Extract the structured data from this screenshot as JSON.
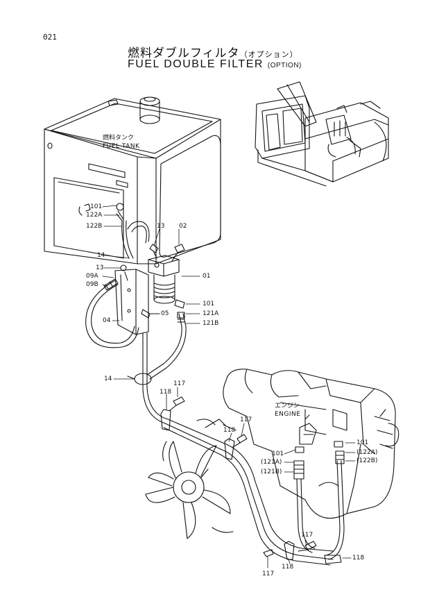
{
  "page_number": "021",
  "title": {
    "japanese": "燃料ダブルフィルタ",
    "japanese_option": "（オプション）",
    "english": "FUEL DOUBLE FILTER",
    "english_option": "(OPTION)"
  },
  "components": {
    "fuel_tank_jp": "燃料タンク",
    "fuel_tank_en": "FUEL TANK",
    "engine_jp": "エンジン",
    "engine_en": "ENGINE"
  },
  "callouts": {
    "c101_tank": "101",
    "c122A_tank": "122A",
    "c122B_tank": "122B",
    "c13_top": "13",
    "c02": "02",
    "c14_top": "14",
    "c13_left": "13",
    "c09A": "09A",
    "c09B": "09B",
    "c01": "01",
    "c101_filter": "101",
    "c121A": "121A",
    "c121B": "121B",
    "c04": "04",
    "c05": "05",
    "c14_bottom": "14",
    "c117_a": "117",
    "c118_a": "118",
    "c117_b": "117",
    "c118_b": "118",
    "c101_engine_left": "101",
    "c121A_paren": "(121A)",
    "c121B_paren": "(121B)",
    "c101_engine_right": "101",
    "c122A_paren": "(122A)",
    "c122B_paren": "(122B)",
    "c117_c": "117",
    "c118_c": "118",
    "c117_d": "117",
    "c118_d": "118"
  },
  "colors": {
    "ink": "#111111",
    "paper": "#ffffff"
  }
}
